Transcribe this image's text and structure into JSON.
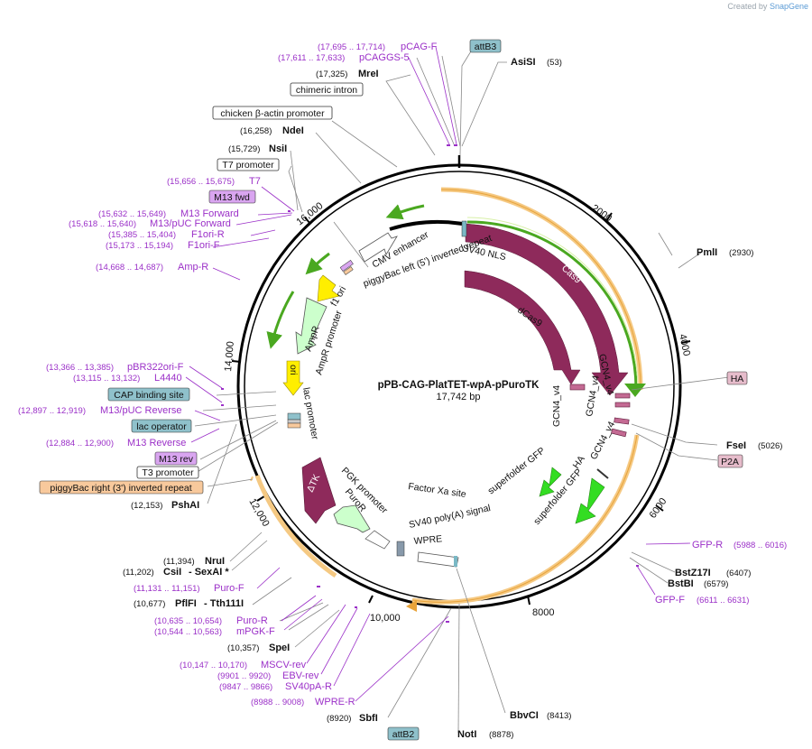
{
  "credit": {
    "prefix": "Created by",
    "brand": "SnapGene"
  },
  "plasmid": {
    "name": "pPB-CAG-PlatTET-wpA-pPuroTK",
    "size": "17,742 bp"
  },
  "ticks": [
    "2000",
    "4000",
    "6000",
    "8000",
    "10,000",
    "12,000",
    "14,000",
    "16,000"
  ],
  "sites": {
    "asisi": {
      "name": "AsiSI",
      "pos": "(53)"
    },
    "pmli": {
      "name": "PmlI",
      "pos": "(2930)"
    },
    "fsei": {
      "name": "FseI",
      "pos": "(5026)"
    },
    "bstz17i": {
      "name": "BstZ17I",
      "pos": "(6407)"
    },
    "bstbi": {
      "name": "BstBI",
      "pos": "(6579)"
    },
    "bbvci": {
      "name": "BbvCI",
      "pos": "(8413)"
    },
    "noti": {
      "name": "NotI",
      "pos": "(8878)"
    },
    "sbfi": {
      "name": "SbfI",
      "pos": "(8920)"
    },
    "spei": {
      "name": "SpeI",
      "pos": "(10,357)"
    },
    "pflfi": {
      "name": "PflFI",
      "extra": "- Tth111I",
      "pos": "(10,677)"
    },
    "csii": {
      "name": "CsiI",
      "extra": "- SexAI *",
      "pos": "(11,202)"
    },
    "nrui": {
      "name": "NruI",
      "pos": "(11,394)"
    },
    "pshai": {
      "name": "PshAI",
      "pos": "(12,153)"
    },
    "nsii": {
      "name": "NsiI",
      "pos": "(15,729)"
    },
    "ndei": {
      "name": "NdeI",
      "pos": "(16,258)"
    },
    "mrei": {
      "name": "MreI",
      "pos": "(17,325)"
    }
  },
  "primers": {
    "pcagf": {
      "name": "pCAG-F",
      "pos": "(17,695 .. 17,714)"
    },
    "pcaggs5": {
      "name": "pCAGGS-5",
      "pos": "(17,611 .. 17,633)"
    },
    "t7": {
      "name": "T7",
      "pos": "(15,656 .. 15,675)"
    },
    "m13fwd": {
      "name": "M13 Forward",
      "pos": "(15,632 .. 15,649)"
    },
    "m13puc": {
      "name": "M13/pUC Forward",
      "pos": "(15,618 .. 15,640)"
    },
    "f1orir": {
      "name": "F1ori-R",
      "pos": "(15,385 .. 15,404)"
    },
    "f1orif": {
      "name": "F1ori-F",
      "pos": "(15,173 .. 15,194)"
    },
    "ampr": {
      "name": "Amp-R",
      "pos": "(14,668 .. 14,687)"
    },
    "pbr322": {
      "name": "pBR322ori-F",
      "pos": "(13,366 .. 13,385)"
    },
    "l4440": {
      "name": "L4440",
      "pos": "(13,115 .. 13,132)"
    },
    "m13pucrev": {
      "name": "M13/pUC Reverse",
      "pos": "(12,897 .. 12,919)"
    },
    "m13rev": {
      "name": "M13 Reverse",
      "pos": "(12,884 .. 12,900)"
    },
    "purof": {
      "name": "Puro-F",
      "pos": "(11,131 .. 11,151)"
    },
    "puror": {
      "name": "Puro-R",
      "pos": "(10,635 .. 10,654)"
    },
    "mpgkf": {
      "name": "mPGK-F",
      "pos": "(10,544 .. 10,563)"
    },
    "mscvrev": {
      "name": "MSCV-rev",
      "pos": "(10,147 .. 10,170)"
    },
    "ebvrev": {
      "name": "EBV-rev",
      "pos": "(9901 .. 9920)"
    },
    "sv40par": {
      "name": "SV40pA-R",
      "pos": "(9847 .. 9866)"
    },
    "wprer": {
      "name": "WPRE-R",
      "pos": "(8988 .. 9008)"
    },
    "gfpr": {
      "name": "GFP-R",
      "pos": "(5988 .. 6016)"
    },
    "gfpf": {
      "name": "GFP-F",
      "pos": "(6611 .. 6631)"
    }
  },
  "boxes": {
    "attb3": "attB3",
    "attb2": "attB2",
    "chimeric": "chimeric intron",
    "chicken": "chicken β-actin promoter",
    "t7prom": "T7 promoter",
    "m13fwdbox": "M13 fwd",
    "capbind": "CAP binding site",
    "lacop": "lac operator",
    "m13revbox": "M13 rev",
    "t3prom": "T3 promoter",
    "pbright": "piggyBac right (3') inverted repeat",
    "ha1": "HA",
    "p2a": "P2A"
  },
  "features": {
    "cmv": "CMV enhancer",
    "pbleft": "piggyBac left (5') inverted repeat",
    "sv40nls": "SV40 NLS",
    "cas9": "Cas9",
    "dcas9": "dCas9",
    "gcn4a": "GCN4_v4",
    "gcn4b": "GCN4_v4",
    "gcn4c": "GCN4_v4",
    "gcn4d": "GCN4_v4",
    "sfgfp1": "superfolder GFP",
    "sfgfp2": "superfolder GFP",
    "ha2": "HA",
    "factorxa": "Factor Xa site",
    "sv40polya": "SV40 poly(A) signal",
    "wpre": "WPRE",
    "pgk": "PGK promoter",
    "puror": "PuroR",
    "dtk": "ΔTK",
    "lacprom": "lac promoter",
    "ori": "ori",
    "amppromoter": "AmpR promoter",
    "ampr": "AmpR",
    "f1ori": "f1 ori"
  },
  "colors": {
    "primer": "#9b30c8",
    "cas9": "#8e2a5b",
    "gfp": "#33dd22",
    "ori": "#ffee00",
    "ampr": "#ccffcc",
    "orange_ring": "#f5c983",
    "green_arrow": "#4aa820",
    "box_blue": "#8fc1cb",
    "box_pink": "#e6bccb",
    "box_violet": "#d9a5f0",
    "box_orange": "#f8c99c"
  }
}
